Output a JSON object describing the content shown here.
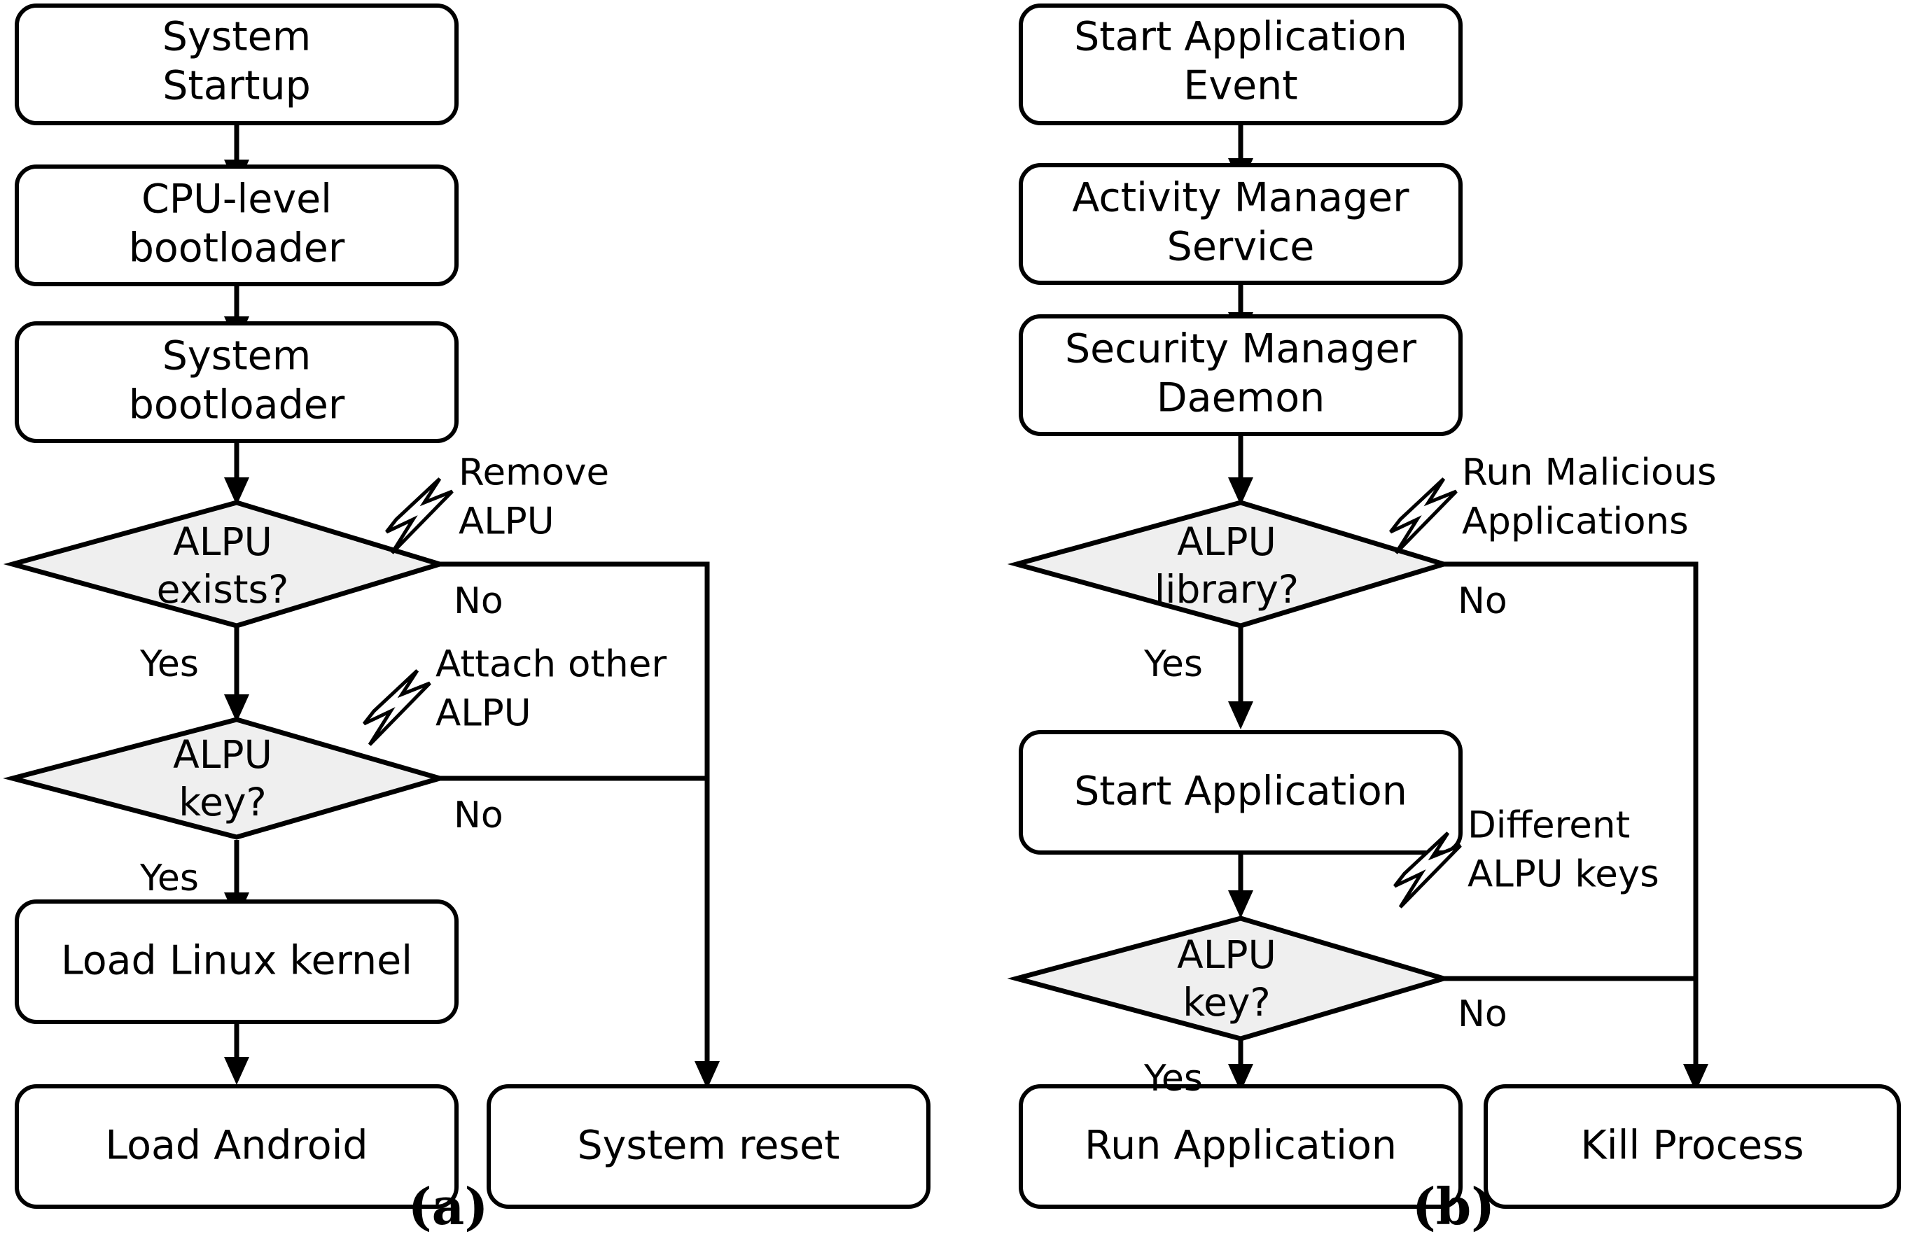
{
  "figure": {
    "title": "ALPU security flowcharts",
    "panels": [
      {
        "id": "a",
        "label": "(a)",
        "nodes": [
          {
            "id": "sys-startup",
            "type": "process",
            "lines": [
              "System",
              "Startup"
            ]
          },
          {
            "id": "cpu-boot",
            "type": "process",
            "lines": [
              "CPU-level",
              "bootloader"
            ]
          },
          {
            "id": "sys-boot",
            "type": "process",
            "lines": [
              "System",
              "bootloader"
            ]
          },
          {
            "id": "alpu-exists",
            "type": "decision",
            "lines": [
              "ALPU",
              "exists?"
            ]
          },
          {
            "id": "alpu-key",
            "type": "decision",
            "lines": [
              "ALPU",
              "key?"
            ]
          },
          {
            "id": "load-kernel",
            "type": "process",
            "lines": [
              "Load Linux kernel"
            ]
          },
          {
            "id": "load-android",
            "type": "process",
            "lines": [
              "Load Android"
            ]
          },
          {
            "id": "system-reset",
            "type": "process",
            "lines": [
              "System reset"
            ]
          }
        ],
        "edge_labels": [
          {
            "id": "a-exists-no",
            "text": "No"
          },
          {
            "id": "a-exists-yes",
            "text": "Yes"
          },
          {
            "id": "a-key-no",
            "text": "No"
          },
          {
            "id": "a-key-yes",
            "text": "Yes"
          }
        ],
        "attacks": [
          {
            "id": "a-attack-1",
            "lines": [
              "Remove",
              "ALPU"
            ]
          },
          {
            "id": "a-attack-2",
            "lines": [
              "Attach other",
              "ALPU"
            ]
          }
        ]
      },
      {
        "id": "b",
        "label": "(b)",
        "nodes": [
          {
            "id": "start-app-event",
            "type": "process",
            "lines": [
              "Start Application",
              "Event"
            ]
          },
          {
            "id": "ams",
            "type": "process",
            "lines": [
              "Activity Manager",
              "Service"
            ]
          },
          {
            "id": "smd",
            "type": "process",
            "lines": [
              "Security Manager",
              "Daemon"
            ]
          },
          {
            "id": "alpu-library",
            "type": "decision",
            "lines": [
              "ALPU",
              "library?"
            ]
          },
          {
            "id": "start-app",
            "type": "process",
            "lines": [
              "Start Application"
            ]
          },
          {
            "id": "alpu-key-b",
            "type": "decision",
            "lines": [
              "ALPU",
              "key?"
            ]
          },
          {
            "id": "run-app",
            "type": "process",
            "lines": [
              "Run Application"
            ]
          },
          {
            "id": "kill-process",
            "type": "process",
            "lines": [
              "Kill Process"
            ]
          }
        ],
        "edge_labels": [
          {
            "id": "b-lib-no",
            "text": "No"
          },
          {
            "id": "b-lib-yes",
            "text": "Yes"
          },
          {
            "id": "b-key-no",
            "text": "No"
          },
          {
            "id": "b-key-yes",
            "text": "Yes"
          }
        ],
        "attacks": [
          {
            "id": "b-attack-1",
            "lines": [
              "Run Malicious",
              "Applications"
            ]
          },
          {
            "id": "b-attack-2",
            "lines": [
              "Different",
              "ALPU keys"
            ]
          }
        ]
      }
    ],
    "colors": {
      "stroke": "#000000",
      "process_fill": "#ffffff",
      "decision_fill": "#efefef",
      "background": "#ffffff"
    },
    "icons": {
      "attack_marker": "lightning-bolt-icon"
    }
  }
}
